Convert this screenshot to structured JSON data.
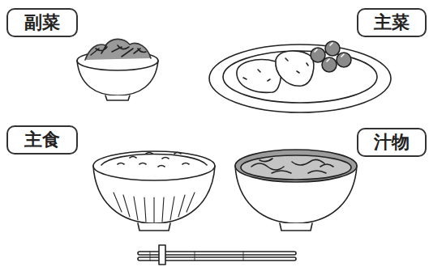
{
  "diagram": {
    "nodes": [
      {
        "text": [
          "副菜"
        ]
      },
      {
        "text": [
          "主菜"
        ]
      },
      {
        "text": [
          "主食"
        ]
      },
      {
        "text": [
          "汁物"
        ]
      }
    ]
  }
}
